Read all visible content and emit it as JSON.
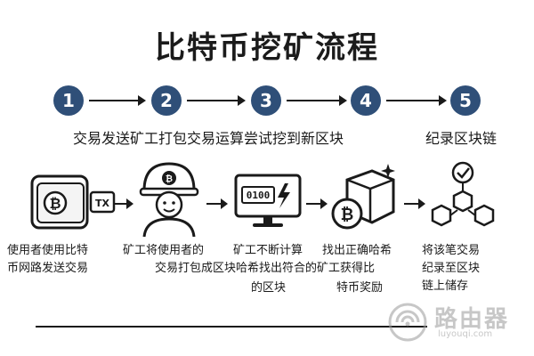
{
  "title": "比特币挖矿流程",
  "steps": [
    {
      "number": "1"
    },
    {
      "number": "2"
    },
    {
      "number": "3"
    },
    {
      "number": "4"
    },
    {
      "number": "5"
    }
  ],
  "subtitle_left": "交易发送矿工打包交易运算尝试挖到新区块",
  "subtitle_right": "纪录区块链",
  "tx_label": "TX",
  "screen_code": "0100",
  "descriptions": {
    "d1_l1": "使用者使用比特",
    "d1_l2": "币网路发送交易",
    "d2_l1": "矿工将使用者的",
    "d2_l2": "交易打包成区块哈希找出符合的矿工获得比",
    "d3_l1": "矿工不断计算",
    "d3_l3": "的区块",
    "d4_l1": "找出正确哈希",
    "d4_l3": "特币奖励",
    "d5_l1": "将该笔交易",
    "d5_l2": "纪录至区块",
    "d5_l3": "链上储存"
  },
  "watermark": {
    "text": "路由器",
    "sub": "luyouqi.com"
  },
  "colors": {
    "step_circle": "#2f4f78",
    "line": "#1a1a1a",
    "watermark": "#9a9a9a"
  }
}
